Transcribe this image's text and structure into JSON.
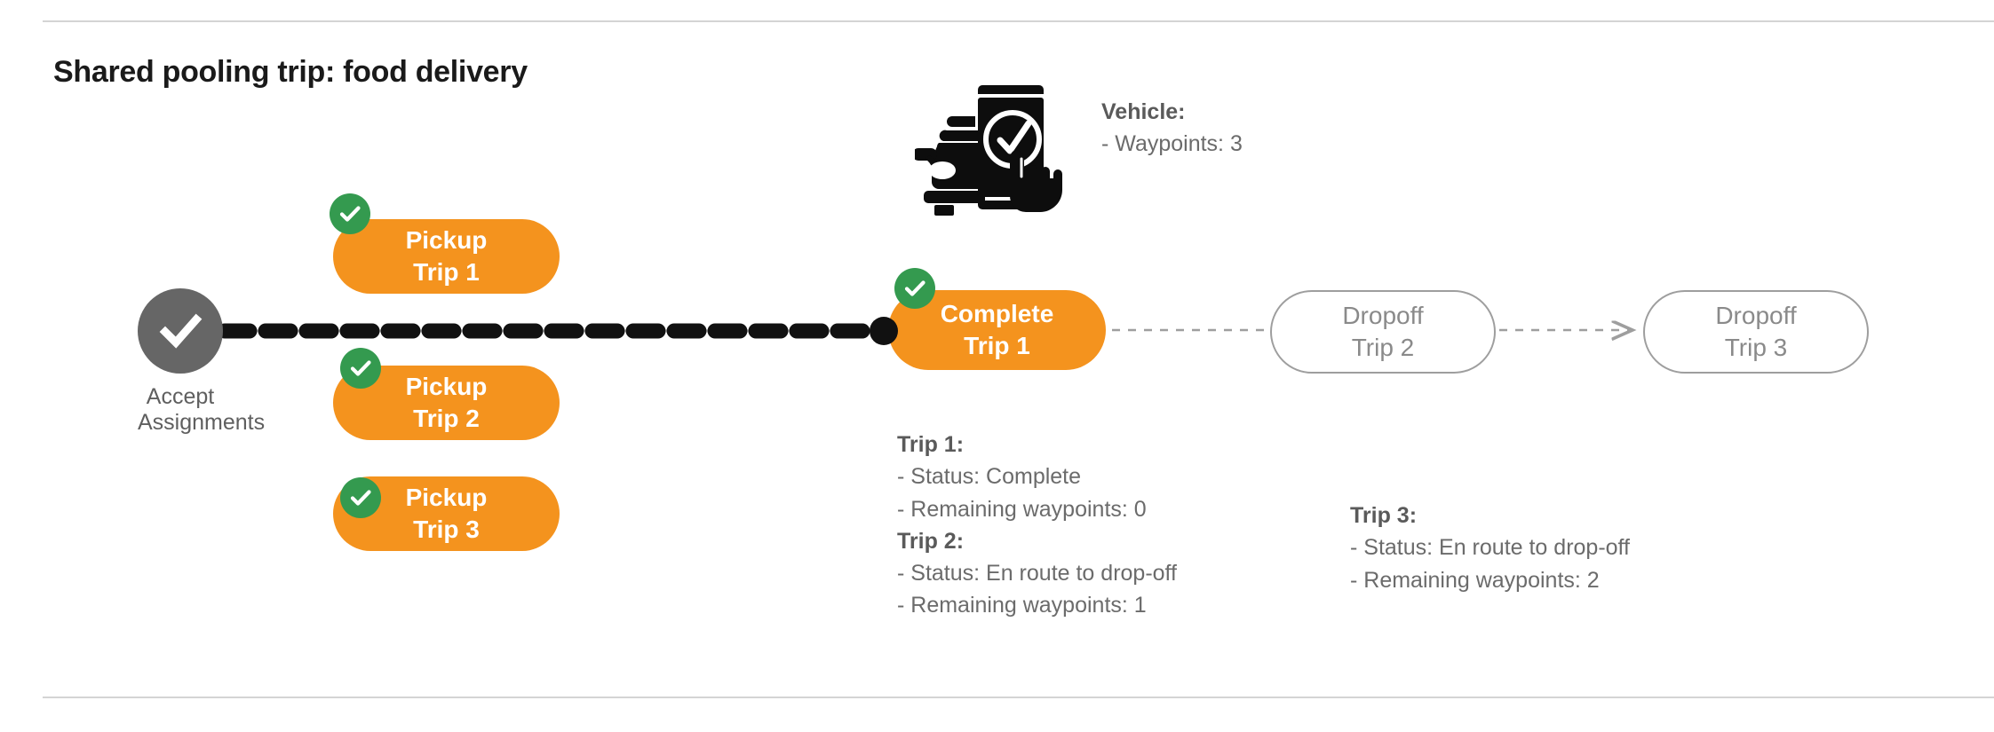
{
  "page": {
    "title": "Shared pooling trip: food delivery",
    "background": "#ffffff"
  },
  "colors": {
    "orange": "#F4931E",
    "green": "#349A4F",
    "gray_node": "#666666",
    "outline_gray": "#9e9e9e",
    "text_gray": "#6b6b6b",
    "black": "#111111",
    "rule": "#d4d4d4"
  },
  "flow": {
    "accept_node": {
      "icon": "check-circle-icon",
      "label_line1": "Accept",
      "label_line2": "Assignments"
    },
    "pickups": [
      {
        "line1": "Pickup",
        "line2": "Trip 1",
        "badge": "check-badge-icon",
        "status": "done"
      },
      {
        "line1": "Pickup",
        "line2": "Trip 2",
        "badge": "check-badge-icon",
        "status": "done"
      },
      {
        "line1": "Pickup",
        "line2": "Trip 3",
        "badge": "check-badge-icon",
        "status": "done"
      }
    ],
    "complete": {
      "line1": "Complete",
      "line2": "Trip 1",
      "badge": "check-badge-icon",
      "status": "done"
    },
    "dropoffs": [
      {
        "line1": "Dropoff",
        "line2": "Trip 2",
        "status": "pending"
      },
      {
        "line1": "Dropoff",
        "line2": "Trip 3",
        "status": "pending"
      }
    ]
  },
  "vehicle": {
    "icon": "car-phone-check-icon",
    "heading": "Vehicle",
    "heading_colon": ":",
    "waypoints_line": "- Waypoints: 3",
    "waypoints_value": 3
  },
  "trips": [
    {
      "heading": "Trip 1",
      "heading_colon": ":",
      "status_line": "- Status:  Complete",
      "status_value": "Complete",
      "waypoints_line": "- Remaining waypoints: 0",
      "waypoints_value": 0
    },
    {
      "heading": "Trip 2",
      "heading_colon": ":",
      "status_line": "- Status:  En route to drop-off",
      "status_value": "En route to drop-off",
      "waypoints_line": "- Remaining waypoints: 1",
      "waypoints_value": 1
    },
    {
      "heading": "Trip 3",
      "heading_colon": ":",
      "status_line": "- Status:  En route to drop-off",
      "status_value": "En route to drop-off",
      "waypoints_line": "- Remaining waypoints: 2",
      "waypoints_value": 2
    }
  ]
}
